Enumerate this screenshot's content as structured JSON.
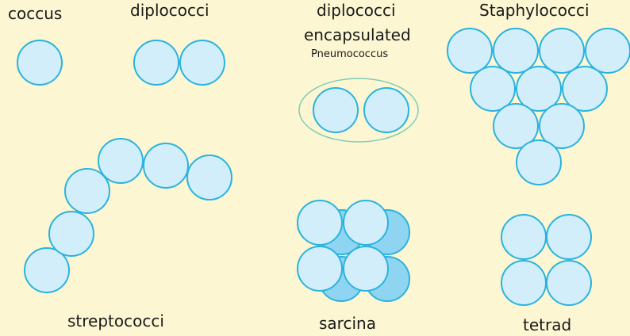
{
  "labels": {
    "coccus": "coccus",
    "diplococci": "diplococci",
    "diplococci_encapsulated_line1": "diplococci",
    "diplococci_encapsulated_line2": "encapsulated",
    "pneumococcus": "Pneumococcus",
    "staphylococci": "Staphylococci",
    "streptococci": "streptococci",
    "sarcina": "sarcina",
    "tetrad": "tetrad"
  },
  "colors": {
    "background": "#fdf6d2",
    "cell_fill": "#d2eefb",
    "cell_shadow_fill": "#8fd5f2",
    "cell_outline": "#2ab3df",
    "capsule_outline": "#7ccdb8"
  }
}
